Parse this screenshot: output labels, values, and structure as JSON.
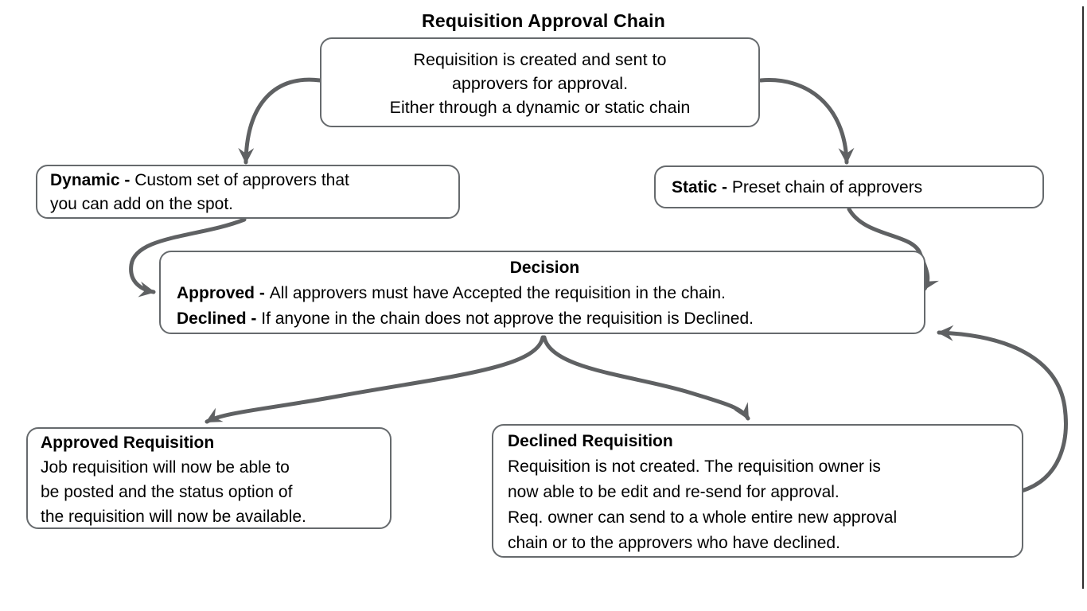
{
  "title": "Requisition Approval Chain",
  "colors": {
    "background": "#ffffff",
    "box_border": "#666a6d",
    "arrow": "#5f6163",
    "text": "#000000",
    "canvas_edge": "#2e2e2e"
  },
  "nodes": {
    "start": {
      "lines": [
        "Requisition is created and sent to",
        "approvers for approval.",
        "Either through a dynamic or static chain"
      ]
    },
    "dynamic": {
      "label": "Dynamic -",
      "lines": [
        "Custom set of approvers that",
        "you can add on the spot."
      ]
    },
    "static": {
      "label": "Static -",
      "text": "Preset chain of approvers"
    },
    "decision": {
      "heading": "Decision",
      "approved_label": "Approved -",
      "approved_text": "All approvers must have Accepted the requisition in the chain.",
      "declined_label": "Declined -",
      "declined_text": "If anyone in the chain does not approve the requisition is Declined."
    },
    "approved": {
      "heading": "Approved Requisition",
      "lines": [
        "Job requisition will now be able to",
        "be posted and the status option of",
        "the requisition will now be available."
      ]
    },
    "declined": {
      "heading": "Declined Requisition",
      "lines": [
        "Requisition is not created. The requisition owner is",
        "now able to be edit and re-send for approval.",
        "Req. owner can send to a whole entire new approval",
        "chain or to the approvers who have declined."
      ]
    }
  },
  "edges": [
    "start to dynamic",
    "start to static",
    "dynamic to decision",
    "static to decision",
    "decision to approved",
    "decision to declined",
    "declined back to decision"
  ]
}
